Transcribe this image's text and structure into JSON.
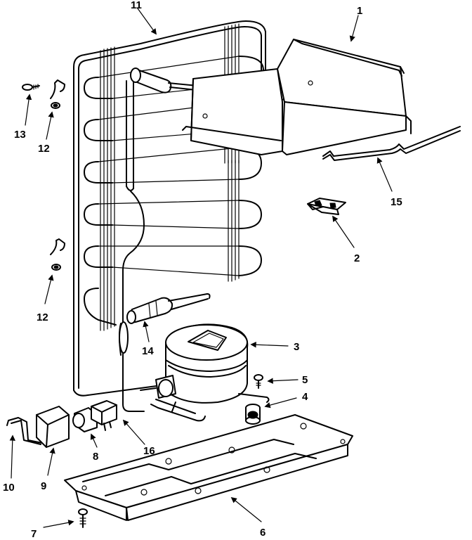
{
  "callouts": {
    "c1": "1",
    "c2": "2",
    "c3": "3",
    "c4": "4",
    "c5": "5",
    "c6": "6",
    "c7": "7",
    "c8": "8",
    "c9": "9",
    "c10": "10",
    "c11": "11",
    "c12a": "12",
    "c12b": "12",
    "c13": "13",
    "c14": "14",
    "c15": "15",
    "c16": "16"
  }
}
